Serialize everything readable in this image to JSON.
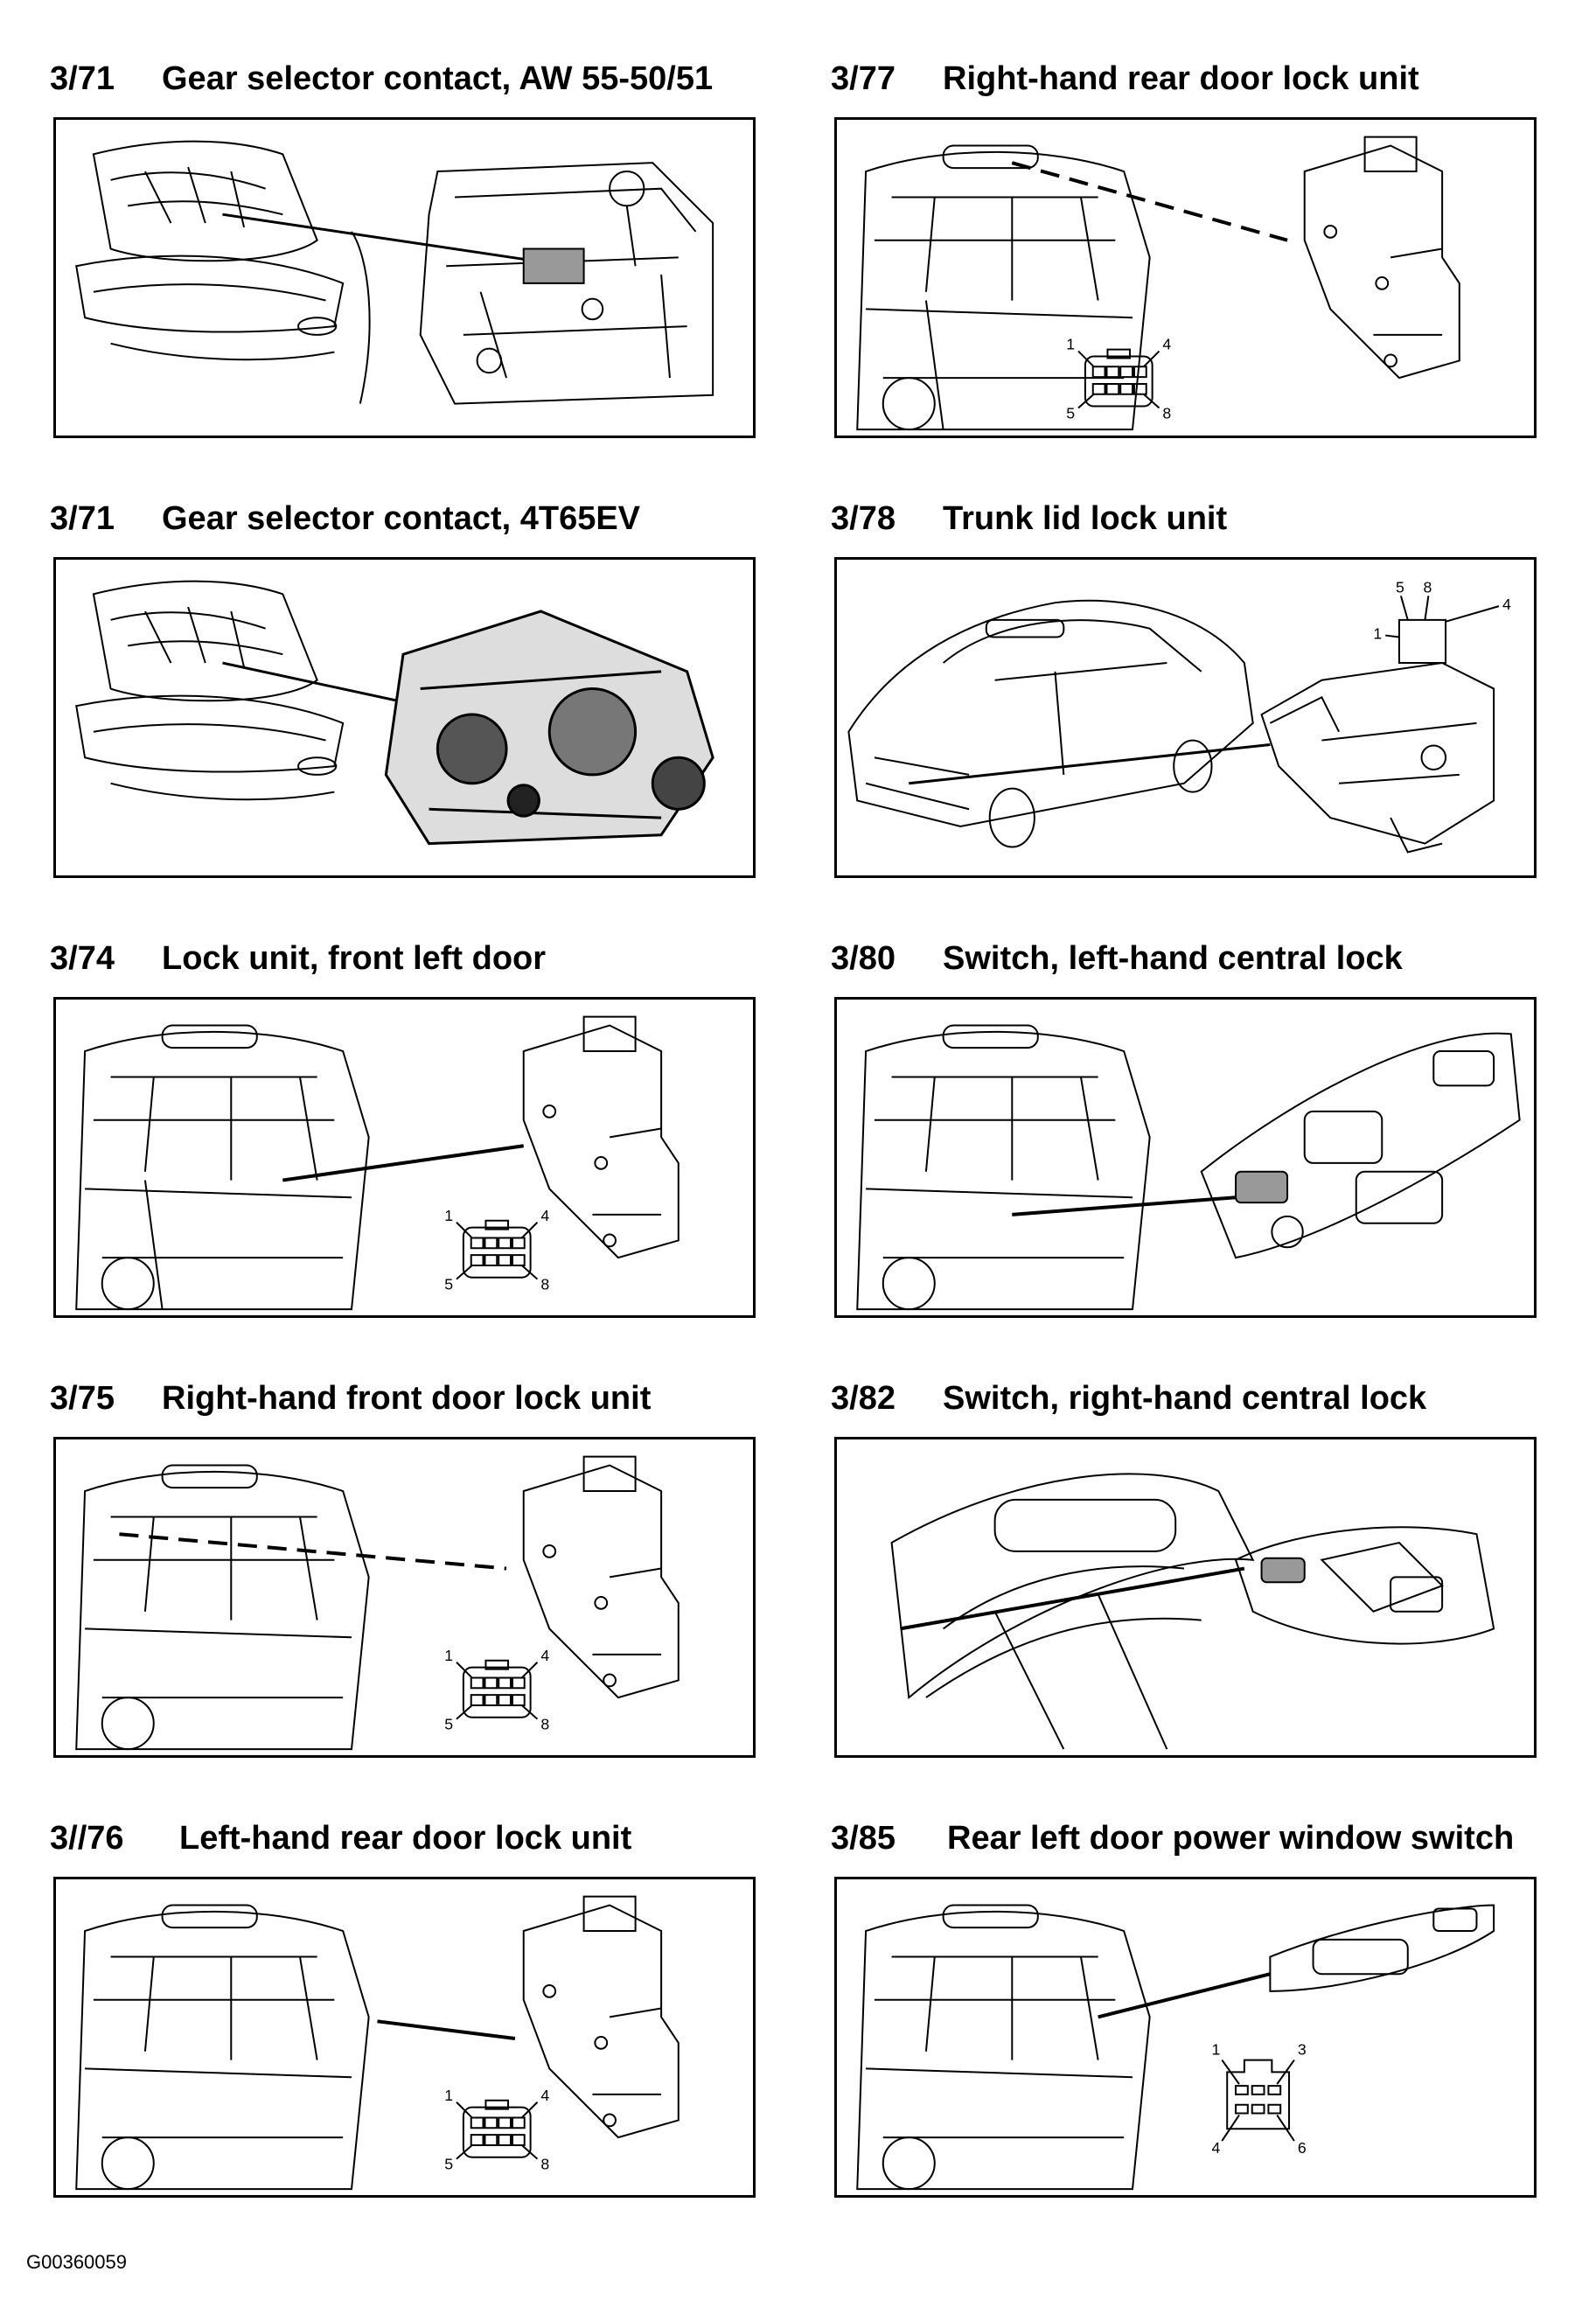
{
  "panels": [
    {
      "code": "3/71",
      "title": "Gear selector contact, AW 55-50/51"
    },
    {
      "code": "3/77",
      "title": "Right-hand rear door lock unit",
      "pins": {
        "tl": "1",
        "tr": "4",
        "bl": "5",
        "br": "8"
      }
    },
    {
      "code": "3/71",
      "title": "Gear selector contact, 4T65EV"
    },
    {
      "code": "3/78",
      "title": "Trunk lid lock unit",
      "pins": {
        "a": "5",
        "b": "8",
        "c": "4",
        "d": "1"
      }
    },
    {
      "code": "3/74",
      "title": "Lock unit, front left door",
      "pins": {
        "tl": "1",
        "tr": "4",
        "bl": "5",
        "br": "8"
      }
    },
    {
      "code": "3/80",
      "title": "Switch, left-hand central lock"
    },
    {
      "code": "3/75",
      "title": "Right-hand front door lock unit",
      "pins": {
        "tl": "1",
        "tr": "4",
        "bl": "5",
        "br": "8"
      }
    },
    {
      "code": "3/82",
      "title": "Switch, right-hand central lock"
    },
    {
      "code": "3//76",
      "title": "Left-hand rear door lock unit",
      "pins": {
        "tl": "1",
        "tr": "4",
        "bl": "5",
        "br": "8"
      }
    },
    {
      "code": "3/85",
      "title": "Rear left door power window switch",
      "pins": {
        "tl": "1",
        "tr": "3",
        "bl": "4",
        "br": "6"
      }
    }
  ],
  "footer": {
    "figure_id": "G00360059"
  },
  "icons": [
    "car-interior-illustration",
    "car-exterior-illustration",
    "engine-bay-illustration",
    "transmission-illustration",
    "door-lock-unit-illustration",
    "connector-icon",
    "switch-panel-illustration"
  ]
}
